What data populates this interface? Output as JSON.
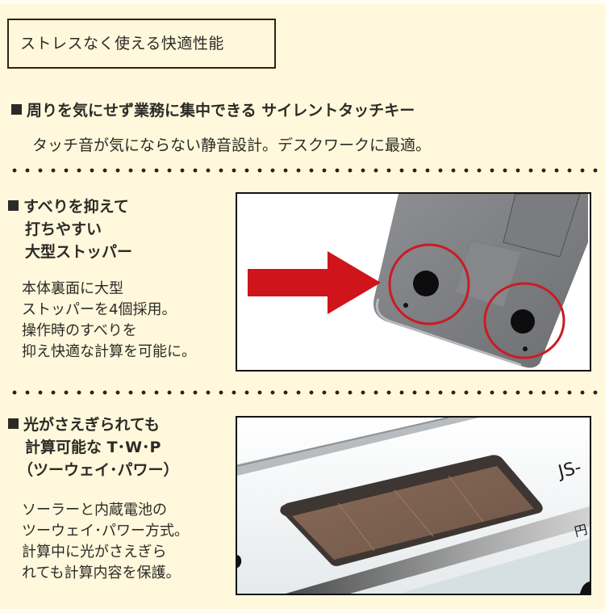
{
  "section": {
    "title": "ストレスなく使える快適性能"
  },
  "feature_silent": {
    "heading": "周りを気にせず業務に集中できる サイレントタッチキー",
    "description": "タッチ音が気にならない静音設計。デスクワークに最適。"
  },
  "feature_stopper": {
    "heading_lines": [
      "すべりを抑えて",
      "打ちやすい",
      "大型ストッパー"
    ],
    "body_lines": [
      "本体裏面に大型",
      "ストッパーを4個採用。",
      "操作時のすべりを",
      "抑え快適な計算を可能に。"
    ],
    "image_alt": "calculator-underside-with-stoppers",
    "accent_color": "#d0141b"
  },
  "feature_twp": {
    "heading_lines": [
      "光がさえぎられても",
      "計算可能な T･W･P",
      "（ツーウェイ･パワー）"
    ],
    "body_lines": [
      "ソーラーと内蔵電池の",
      "ツーウェイ･パワー方式。",
      "計算中に光がさえぎら",
      "れても計算内容を保護。"
    ],
    "image_alt": "calculator-solar-panel",
    "image_label_model": "JS-",
    "image_label_yen": "円"
  },
  "colors": {
    "background": "#fff8dc",
    "text": "#2b2a26",
    "border": "#2a2418",
    "arrow_red": "#d0141b"
  }
}
